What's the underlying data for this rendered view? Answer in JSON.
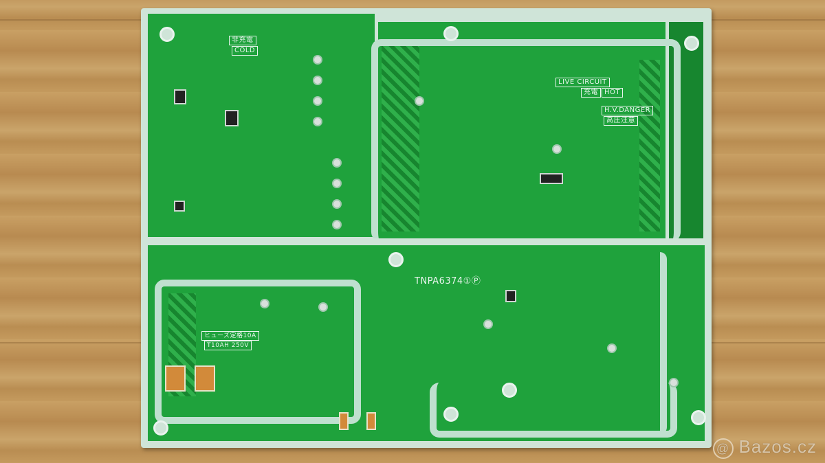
{
  "scene": {
    "description": "Photo of the solder side of a green power-supply PCB lying on a wooden floor",
    "background_color": "#c49a5e",
    "board_color": "#1fa23c",
    "silkscreen_color": "#e9f5ee"
  },
  "board_labels": {
    "cold_jp": "非充電",
    "cold": "COLD",
    "live_circuit": "LIVE CIRCUIT",
    "hot_jp": "充電",
    "hot": "HOT",
    "hv_danger": "H.V.DANGER",
    "hv_danger_jp": "高圧注意",
    "part_number": "TNPA6374",
    "revision_1": "①",
    "revision_2": "Ⓟ",
    "fuse_jp": "ヒューズ定格10A",
    "fuse_rating": "T10AH 250V"
  },
  "watermark": {
    "symbol": "@",
    "text": "Bazos.cz"
  }
}
